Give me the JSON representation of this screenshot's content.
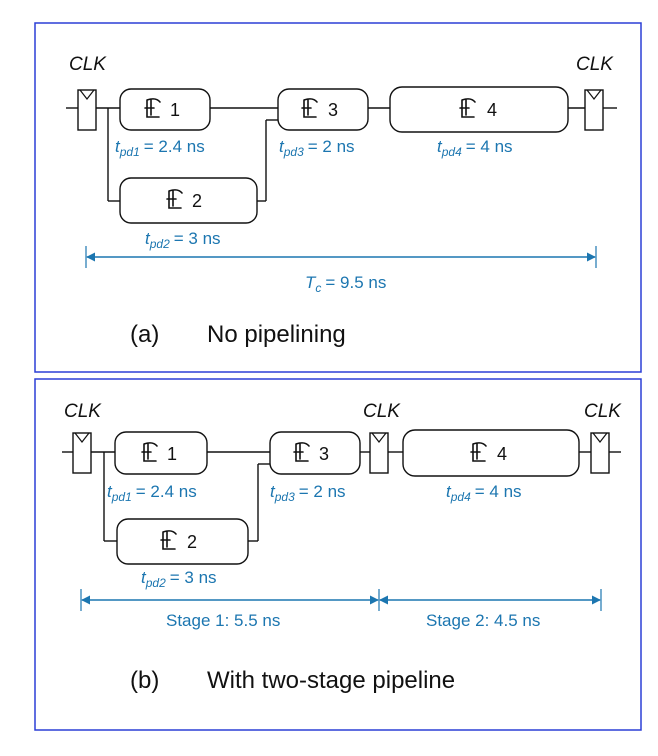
{
  "panel_a": {
    "clk_left": "CLK",
    "clk_right": "CLK",
    "blocks": [
      {
        "id": "cl1",
        "label": "1",
        "timing_sub": "pd1",
        "timing_val": "= 2.4 ns"
      },
      {
        "id": "cl2",
        "label": "2",
        "timing_sub": "pd2",
        "timing_val": "= 3 ns"
      },
      {
        "id": "cl3",
        "label": "3",
        "timing_sub": "pd3",
        "timing_val": "= 2 ns"
      },
      {
        "id": "cl4",
        "label": "4",
        "timing_sub": "pd4",
        "timing_val": "= 4 ns"
      }
    ],
    "cycle": {
      "sym": "T",
      "sub": "c",
      "val": "= 9.5 ns"
    },
    "caption_letter": "(a)",
    "caption_text": "No pipelining"
  },
  "panel_b": {
    "clk_left": "CLK",
    "clk_mid": "CLK",
    "clk_right": "CLK",
    "blocks": [
      {
        "id": "cl1",
        "label": "1",
        "timing_sub": "pd1",
        "timing_val": "= 2.4 ns"
      },
      {
        "id": "cl2",
        "label": "2",
        "timing_sub": "pd2",
        "timing_val": "= 3 ns"
      },
      {
        "id": "cl3",
        "label": "3",
        "timing_sub": "pd3",
        "timing_val": "= 2 ns"
      },
      {
        "id": "cl4",
        "label": "4",
        "timing_sub": "pd4",
        "timing_val": "= 4 ns"
      }
    ],
    "stage1": "Stage 1: 5.5 ns",
    "stage2": "Stage 2: 4.5 ns",
    "caption_letter": "(b)",
    "caption_text": "With two-stage pipeline"
  },
  "colors": {
    "frame": "#2b3fd6",
    "timing": "#1c76b0",
    "line": "#111111"
  },
  "icons": {
    "cl_symbol": "combinational-logic-icon",
    "clk_symbol": "register-flop-icon"
  }
}
